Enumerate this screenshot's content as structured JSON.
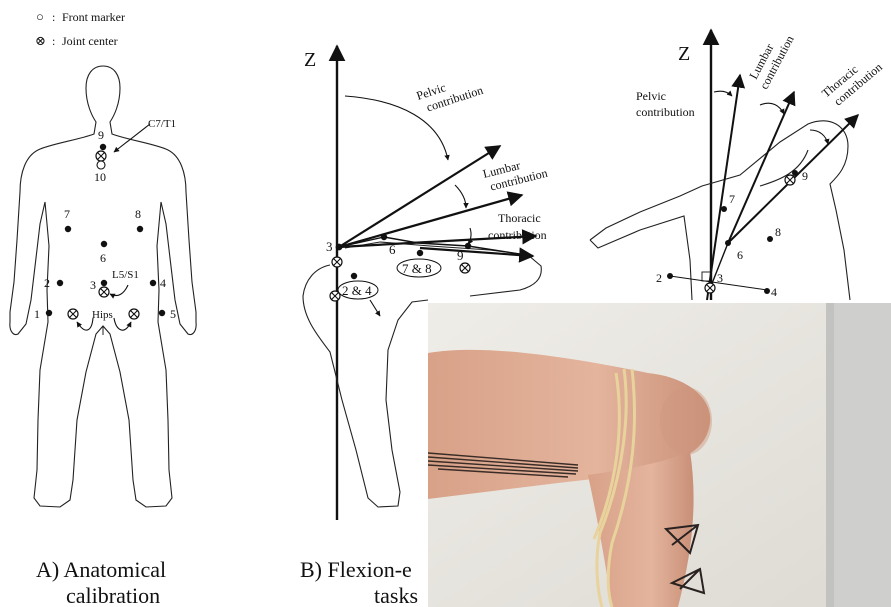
{
  "legend": {
    "front_marker_symbol": "○",
    "front_marker_label": "Front marker",
    "joint_center_symbol": "⊗",
    "joint_center_label": "Joint center",
    "separator": ":"
  },
  "panel_a": {
    "caption_line1": "A) Anatomical",
    "caption_line2": "calibration",
    "labels": {
      "c7t1": "C7/T1",
      "l5s1": "L5/S1",
      "hips": "Hips",
      "m1": "1",
      "m2": "2",
      "m3": "3",
      "m4": "4",
      "m5": "5",
      "m6": "6",
      "m7": "7",
      "m8": "8",
      "m9": "9",
      "m10": "10"
    }
  },
  "panel_b": {
    "caption_line1": "B) Flexion-e",
    "caption_line2": "tasks",
    "axis": "Z",
    "pelvic_1": "Pelvic",
    "pelvic_2": "contribution",
    "lumbar_1": "Lumbar",
    "lumbar_2": "contribution",
    "thoracic_1": "Thoracic",
    "thoracic_2": "contribution",
    "m3": "3",
    "m6": "6",
    "m9": "9",
    "m78": "7 & 8",
    "m24": "2 & 4"
  },
  "panel_c": {
    "axis": "Z",
    "pelvic_1": "Pelvic",
    "pelvic_2": "contribution",
    "lumbar_1": "Lumbar",
    "lumbar_2": "contribution",
    "thoracic_1": "Thoracic",
    "thoracic_2": "contribution",
    "m2": "2",
    "m3": "3",
    "m4": "4",
    "m6": "6",
    "m7": "7",
    "m8": "8",
    "m9": "9"
  },
  "photo": {
    "wall_color": "#e9e7e2",
    "skin_color": "#d9a990",
    "string_color": "#e8d39c",
    "panel_color": "#cfd0ce"
  }
}
